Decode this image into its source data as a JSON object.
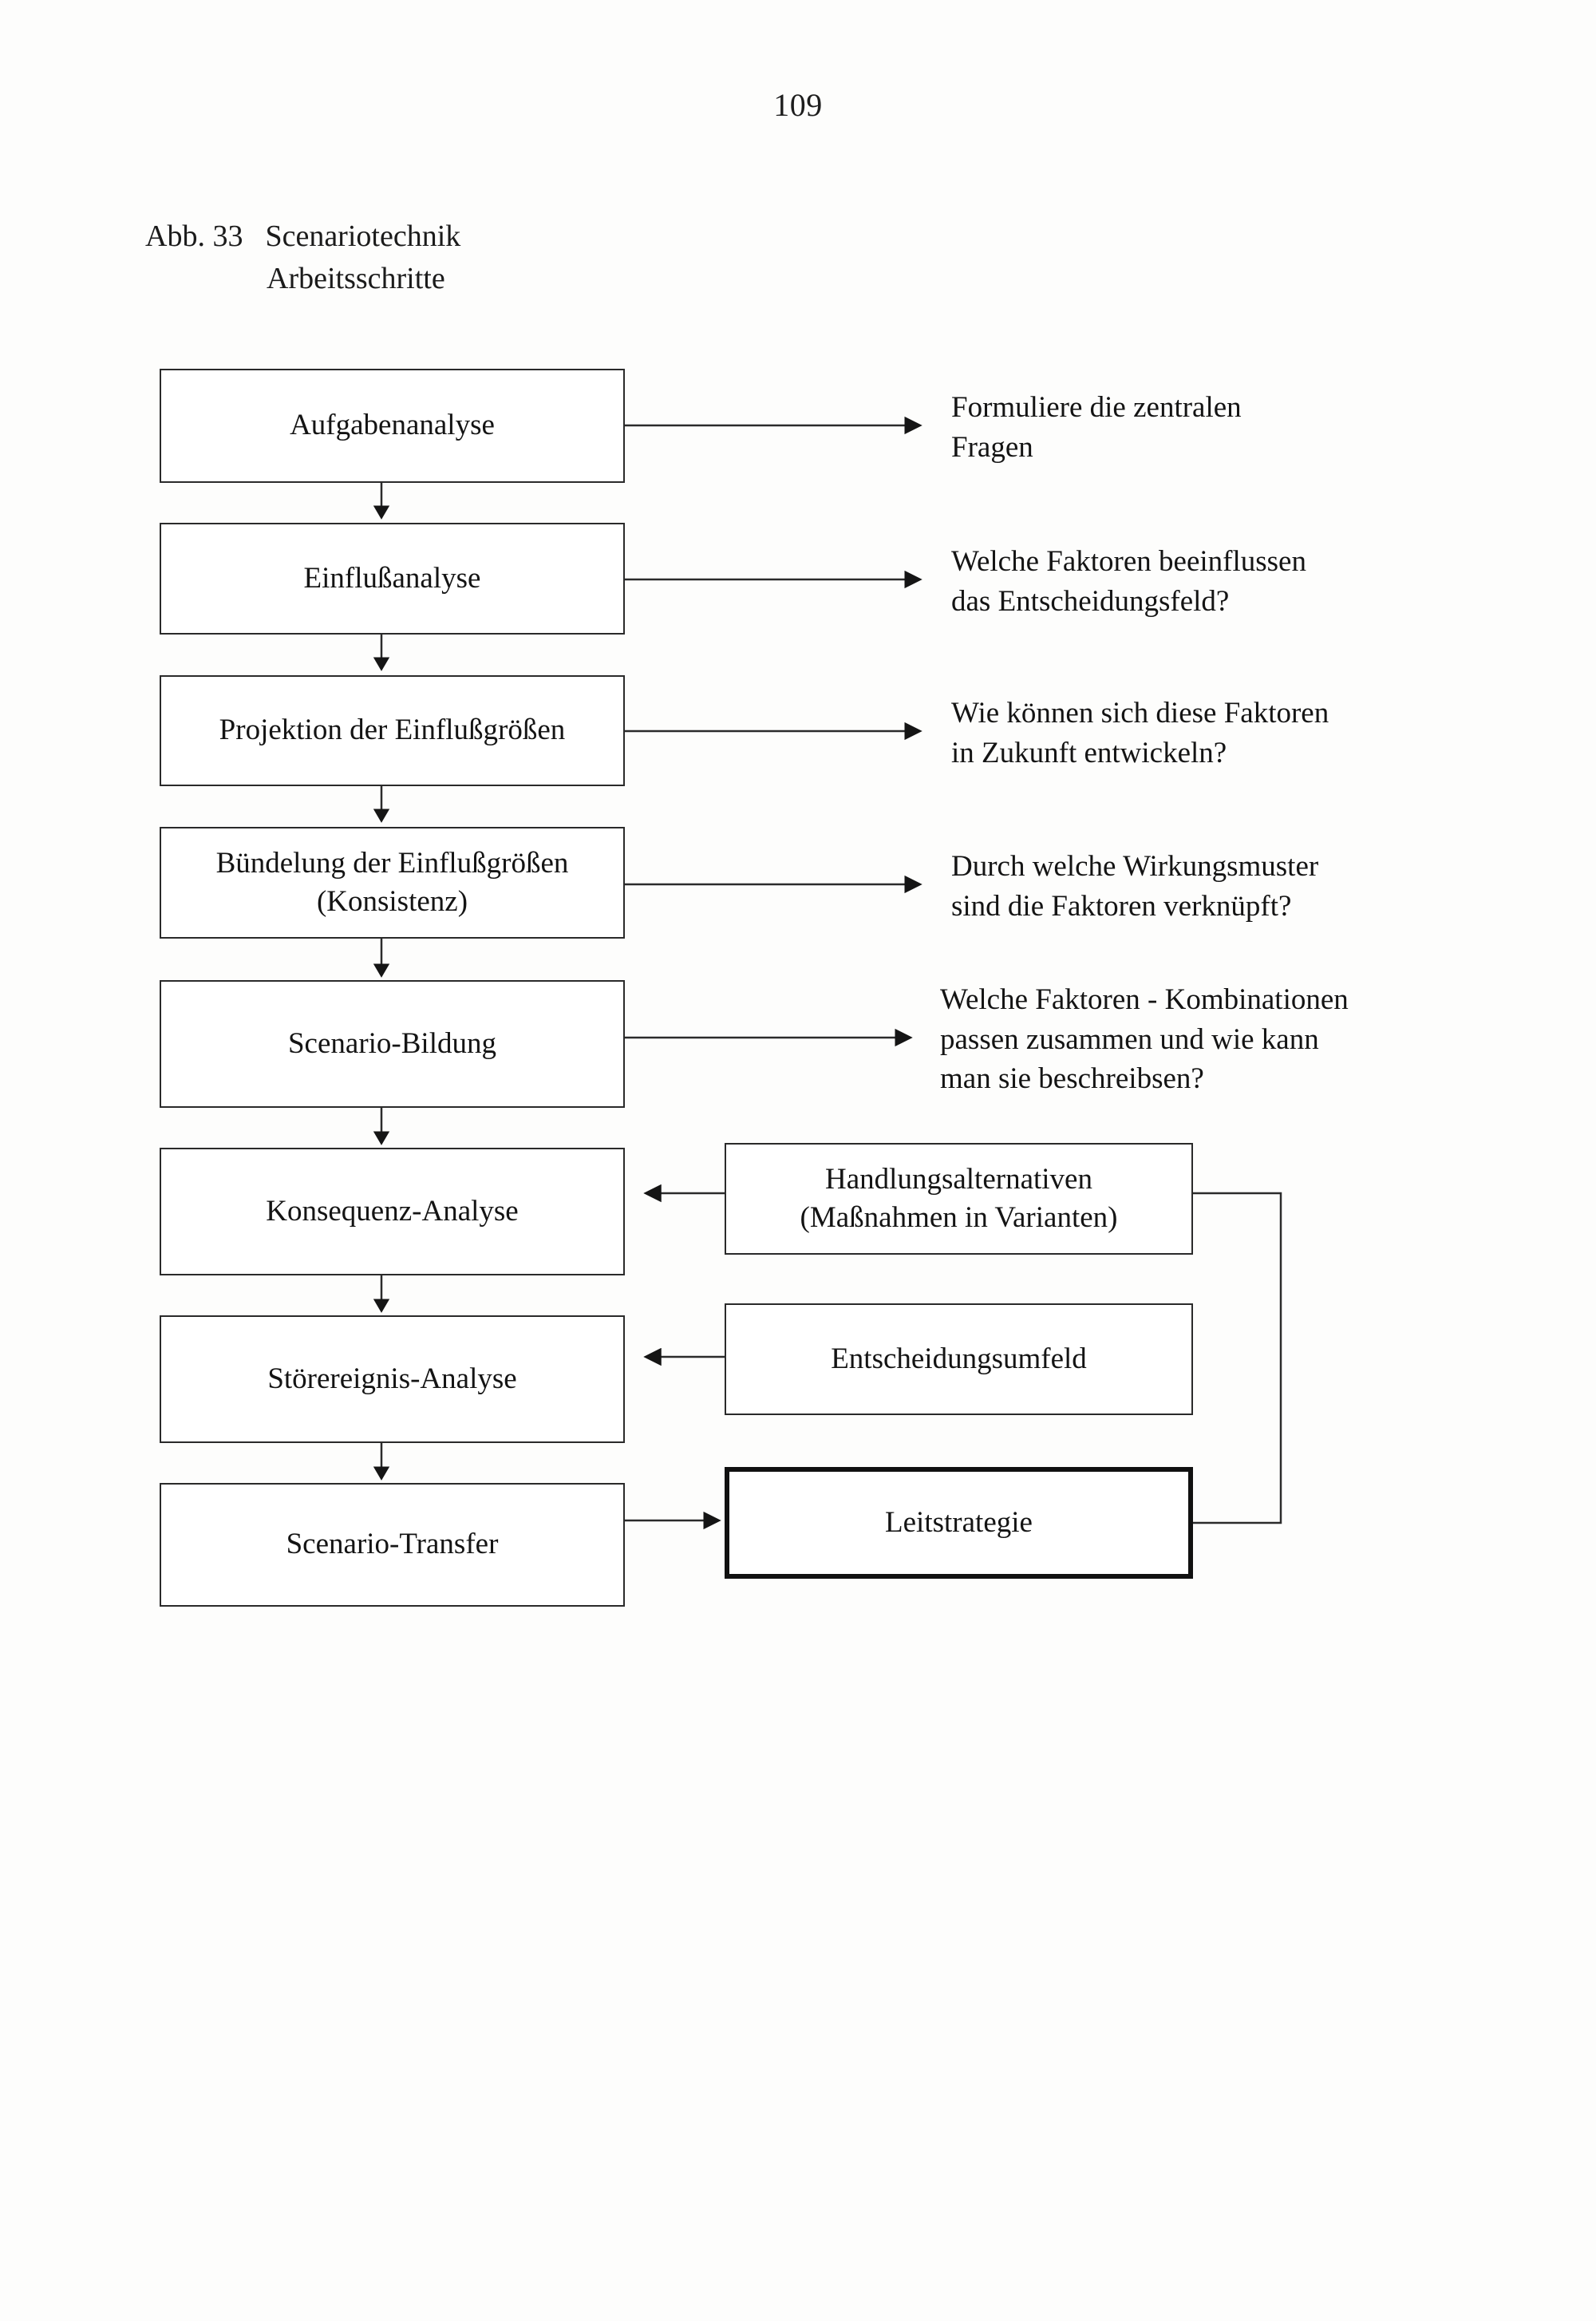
{
  "page": {
    "number": "109"
  },
  "caption": {
    "label": "Abb.  33",
    "title": "Scenariotechnik",
    "subtitle": "Arbeitsschritte"
  },
  "colors": {
    "ink": "#141414",
    "line": "#2a2a2a",
    "emphasis_border": "#111111",
    "paper": "#fdfdfc"
  },
  "diagram": {
    "type": "flowchart",
    "steps": [
      {
        "id": "aufgabenanalyse",
        "label": "Aufgabenanalyse"
      },
      {
        "id": "einflussanalyse",
        "label": "Einflußanalyse"
      },
      {
        "id": "projektion",
        "label": "Projektion der Einflußgrößen"
      },
      {
        "id": "buendelung",
        "label": "Bündelung der Einflußgrößen",
        "label_line2": "(Konsistenz)"
      },
      {
        "id": "scenario-bildung",
        "label": "Scenario-Bildung"
      },
      {
        "id": "konsequenz",
        "label": "Konsequenz-Analyse"
      },
      {
        "id": "stoerereignis",
        "label": "Störereignis-Analyse"
      },
      {
        "id": "scenario-transfer",
        "label": "Scenario-Transfer"
      }
    ],
    "questions": [
      {
        "id": "q-aufgabenanalyse",
        "lines": [
          "Formuliere die zentralen",
          "Fragen"
        ]
      },
      {
        "id": "q-einflussanalyse",
        "lines": [
          "Welche Faktoren beeinflussen",
          "das Entscheidungsfeld?"
        ]
      },
      {
        "id": "q-projektion",
        "lines": [
          "Wie können sich diese Faktoren",
          "in Zukunft entwickeln?"
        ]
      },
      {
        "id": "q-buendelung",
        "lines": [
          "Durch welche Wirkungsmuster",
          "sind die Faktoren verknüpft?"
        ]
      },
      {
        "id": "q-scenario-bildung",
        "lines": [
          "Welche Faktoren - Kombinationen",
          "passen zusammen und wie kann",
          "man sie beschreibsen?"
        ]
      }
    ],
    "inputs": [
      {
        "id": "handlungsalternativen",
        "label": "Handlungsalternativen",
        "label_line2": "(Maßnahmen in Varianten)"
      },
      {
        "id": "entscheidungsumfeld",
        "label": "Entscheidungsumfeld"
      },
      {
        "id": "leitstrategie",
        "label": "Leitstrategie",
        "emphasized": true
      }
    ]
  }
}
